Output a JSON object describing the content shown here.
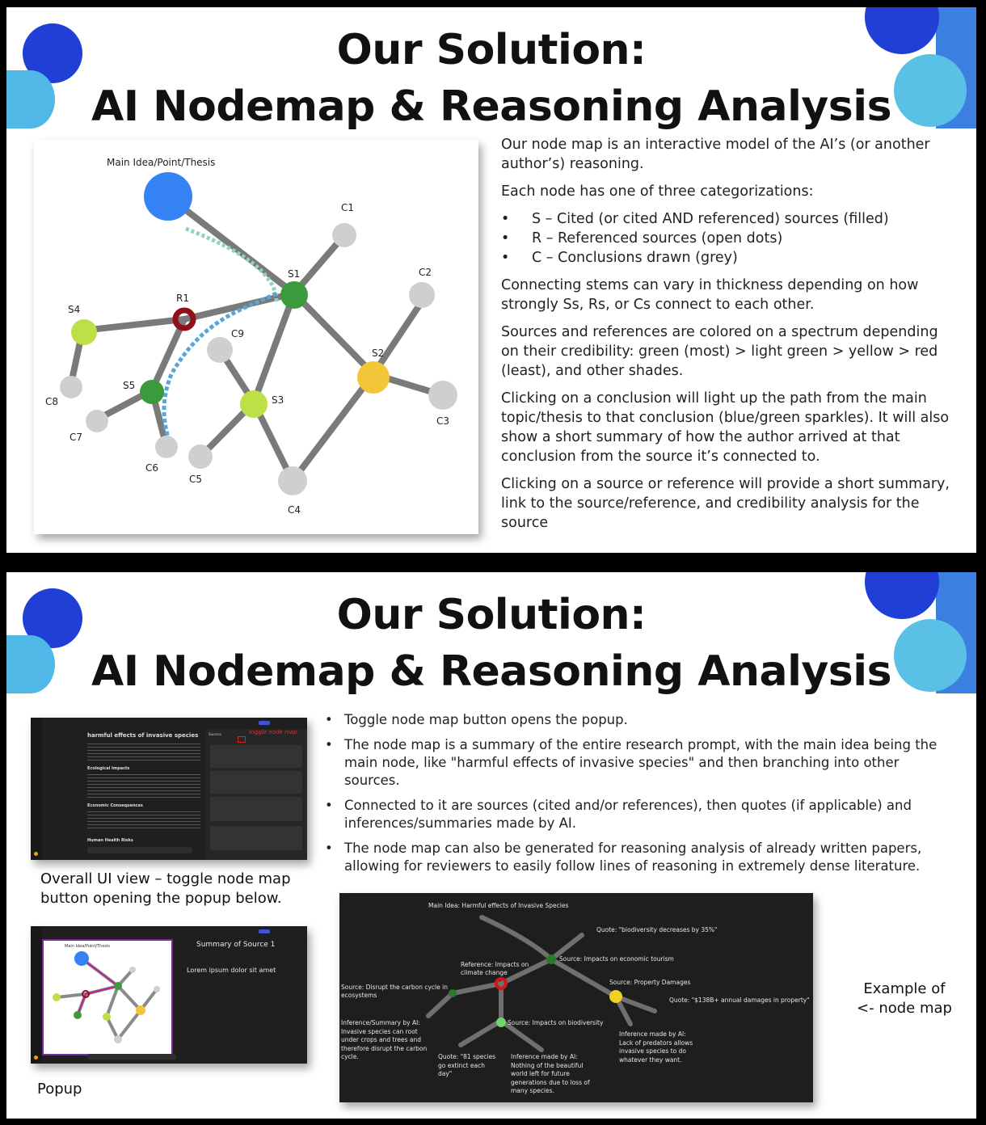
{
  "slide1": {
    "title_line1": "Our Solution:",
    "title_line2": "AI Nodemap & Reasoning Analysis",
    "nodemap": {
      "main_label": "Main Idea/Point/Thesis",
      "labels": {
        "C1": "C1",
        "C2": "C2",
        "C3": "C3",
        "C4": "C4",
        "C5": "C5",
        "C6": "C6",
        "C7": "C7",
        "C8": "C8",
        "C9": "C9",
        "S1": "S1",
        "S2": "S2",
        "S3": "S3",
        "S4": "S4",
        "S5": "S5",
        "R1": "R1"
      }
    },
    "p1": "Our node map is an interactive model of the AI’s (or another author’s) reasoning.",
    "p2": "Each node has one of three categorizations:",
    "bullets": [
      "S – Cited (or cited AND referenced) sources (filled)",
      "R – Referenced sources (open dots)",
      "C – Conclusions drawn (grey)"
    ],
    "p3": "Connecting stems can vary in thickness depending on how strongly Ss, Rs, or Cs connect to each other.",
    "p4": "Sources and references are colored on a spectrum depending on their credibility: green (most) > light green > yellow > red (least), and other shades.",
    "p5": "Clicking on a conclusion will light up the path from the main topic/thesis to that conclusion (blue/green sparkles). It will also show a short summary of how the author arrived at that conclusion from the source it’s connected to.",
    "p6": "Clicking on a source or reference will provide a short summary, link to the source/reference, and credibility analysis for the source"
  },
  "slide2": {
    "title_line1": "Our Solution:",
    "title_line2": "AI Nodemap & Reasoning Analysis",
    "ui_view": {
      "doc_title": "harmful effects of invasive species",
      "h_ecological": "Ecological Impacts",
      "h_economic": "Economic Consequences",
      "h_health": "Human Health Risks",
      "sources_label": "Sources",
      "annotation": "toggle node map"
    },
    "caption1": "Overall UI view – toggle node map button opening the popup below.",
    "popup": {
      "main_label": "Main Idea/Point/Thesis",
      "summary_title": "Summary of Source 1",
      "summary_body": "Lorem ipsum dolor sit amet"
    },
    "caption2": "Popup",
    "bullets": [
      "Toggle node map button opens the popup.",
      "The node map is a summary of the entire research prompt, with the main idea being the main node, like \"harmful effects of invasive species\" and then branching into other sources.",
      "Connected to it are sources (cited and/or references), then quotes (if applicable) and inferences/summaries made by AI.",
      "The node map can also be generated for reasoning analysis of already written papers, allowing for reviewers to easily follow lines of reasoning in extremely dense literature."
    ],
    "example": {
      "main": "Main Idea: Harmful effects of Invasive Species",
      "quote_bio": "Quote: \"biodiversity decreases by 35%\"",
      "src_tourism": "Source: Impacts on economic tourism",
      "ref_climate": "Reference: Impacts on climate change",
      "src_carbon": "Source: Disrupt the carbon cycle in ecosystems",
      "src_property": "Source: Property Damages",
      "quote_property": "Quote: \"$138B+ annual damages in property\"",
      "src_biodiv": "Source: Impacts on biodiversity",
      "inf_roots": "Inference/Summary by AI: Invasive species can root under crops and trees and therefore disrupt the carbon cycle.",
      "quote_species": "Quote: \"81 species go extinct each day\"",
      "inf_world": "Inference made by AI: Nothing of the beautiful world left for future generations due to loss of many species.",
      "inf_predators": "Inference made by AI: Lack of predators allows invasive species to do whatever they want."
    },
    "example_caption_1": "Example of",
    "example_caption_2": "<- node map"
  }
}
